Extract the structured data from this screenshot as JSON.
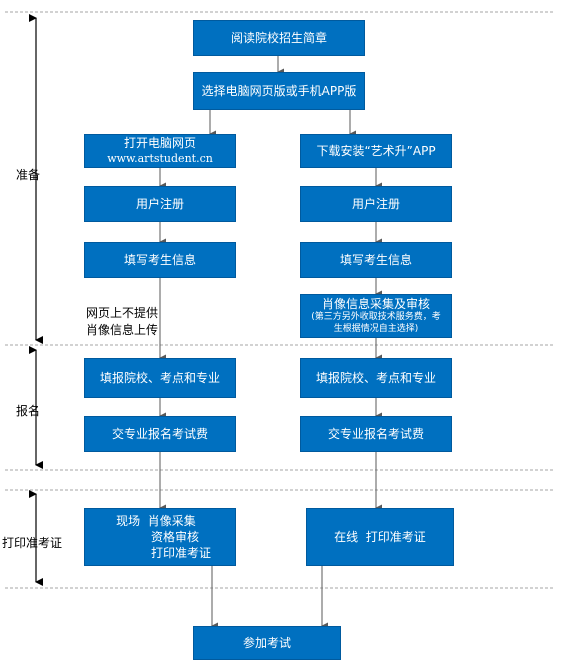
{
  "stages": {
    "prep": "准备",
    "register": "报名",
    "print": "打印准考证"
  },
  "top": {
    "read": "阅读院校招生简章",
    "choose": "选择电脑网页版或手机APP版"
  },
  "left": {
    "open_line1": "打开电脑网页",
    "open_line2": "www.artstudent.cn",
    "signup": "用户注册",
    "fill_info": "填写考生信息",
    "note_line1": "网页上不提供",
    "note_line2": "肖像信息上传",
    "fill_school": "填报院校、考点和专业",
    "pay": "交专业报名考试费",
    "onsite_line1": "现场  肖像采集",
    "onsite_line2": "资格审核",
    "onsite_line3": "打印准考证"
  },
  "right": {
    "download": "下载安装“艺术升”APP",
    "signup": "用户注册",
    "fill_info": "填写考生信息",
    "portrait_title": "肖像信息采集及审核",
    "portrait_sub1": "(第三方另外收取技术服务费，考",
    "portrait_sub2": "生根据情况自主选择)",
    "fill_school": "填报院校、考点和专业",
    "pay": "交专业报名考试费",
    "online": "在线  打印准考证"
  },
  "final": "参加考试",
  "colors": {
    "box": "#0070c0",
    "line": "#7f7f7f",
    "divider": "#a6a6a6"
  }
}
